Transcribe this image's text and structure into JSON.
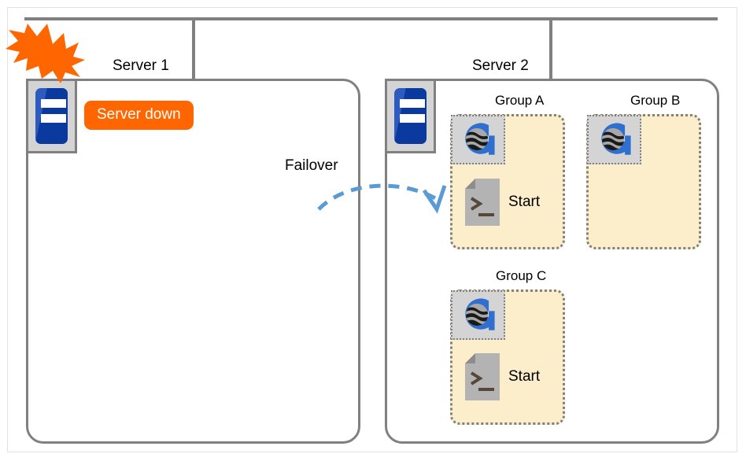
{
  "diagram": {
    "title_alt": "Failover cluster diagram",
    "network": {
      "bus_name": "network-bus"
    },
    "servers": [
      {
        "id": "server-1",
        "label": "Server 1",
        "icon": "server-icon",
        "status_badge": "Server down",
        "status_color": "#ff6600",
        "groups": []
      },
      {
        "id": "server-2",
        "label": "Server 2",
        "icon": "server-icon",
        "status_badge": null,
        "groups": [
          {
            "id": "group-a",
            "label": "Group A",
            "glyph": "cluster-resource-icon",
            "script": {
              "label": "Start",
              "icon": "script-file-icon"
            }
          },
          {
            "id": "group-b",
            "label": "Group B",
            "glyph": "cluster-resource-icon",
            "script": null
          },
          {
            "id": "group-c",
            "label": "Group C",
            "glyph": "cluster-resource-icon",
            "script": {
              "label": "Start",
              "icon": "script-file-icon"
            }
          }
        ]
      }
    ],
    "failover": {
      "label": "Failover",
      "arrow_icon": "dashed-curved-arrow-icon",
      "arrow_color": "#5b9bd5"
    },
    "failure_marker": {
      "icon": "explosion-burst-icon",
      "color": "#ff6600"
    },
    "colors": {
      "frame": "#e2e2e2",
      "line": "#808080",
      "group_fill": "#fceecb",
      "glyph_fill": "#d4d4d4",
      "server_blue": "#2d5bbf",
      "server_blue_dark": "#0b3a9e",
      "accent_orange": "#ff6600",
      "arrow_blue": "#5b9bd5"
    }
  }
}
